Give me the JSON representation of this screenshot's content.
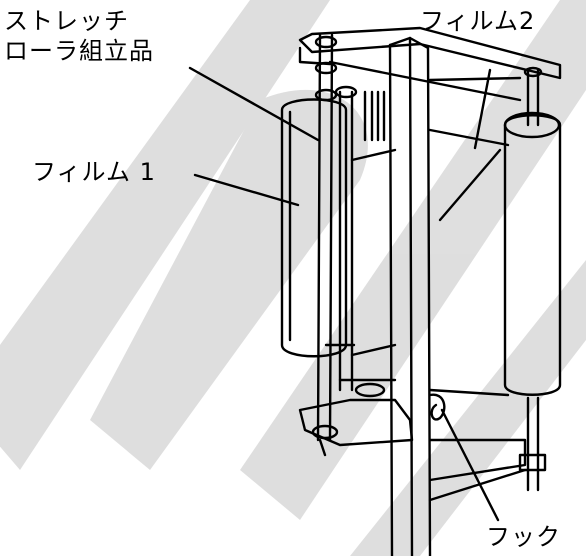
{
  "labels": {
    "stretch_roller_line1": "ストレッチ",
    "stretch_roller_line2": "ローラ組立品",
    "film2": "フィルム2",
    "film1": "フィルム 1",
    "hook": "フック"
  },
  "colors": {
    "ink": "#000000",
    "watermark": "#d9d9d9",
    "paper": "#ffffff"
  }
}
